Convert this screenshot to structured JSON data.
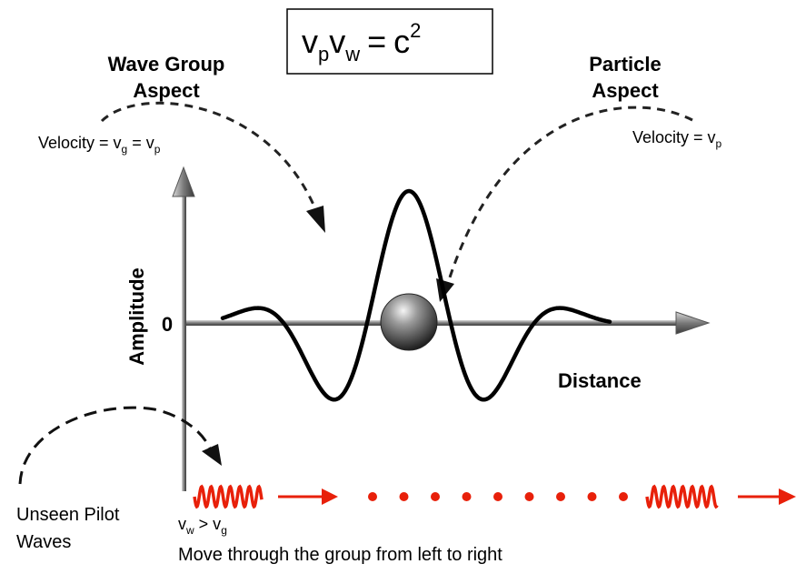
{
  "equation": {
    "base1": "v",
    "sub1": "p",
    "base2": "v",
    "sub2": "w",
    "equals": "=",
    "rhs": "c",
    "sup": "2"
  },
  "wave_group": {
    "title_line1": "Wave Group",
    "title_line2": "Aspect",
    "velocity_label": "Velocity = v",
    "velocity_sub1": "g",
    "velocity_eq": " = v",
    "velocity_sub2": "p"
  },
  "particle": {
    "title_line1": "Particle",
    "title_line2": "Aspect",
    "velocity_label": "Velocity =  v",
    "velocity_sub": "p"
  },
  "axes": {
    "y_label": "Amplitude",
    "origin_label": "0",
    "x_label": "Distance"
  },
  "pilot": {
    "label_line1": "Unseen Pilot",
    "label_line2": "Waves",
    "relation_v1": "v",
    "relation_sub1": "w",
    "relation_gt": " > v",
    "relation_sub2": "g",
    "note": "Move through the group from left to right"
  },
  "colors": {
    "pilot_red": "#e8200a",
    "ink": "#000000",
    "axis_gray": "#9a9a9a"
  }
}
